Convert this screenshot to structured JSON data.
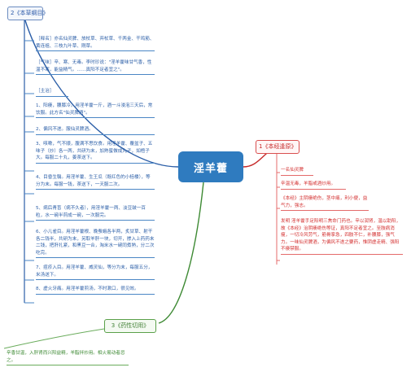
{
  "center": "淫羊藿",
  "branches": {
    "bencao": {
      "title": "2《本草纲目》",
      "items": [
        "［释名］亦名仙灵脾、放杖草、弃杖草、千两金、干鸡筋、黄连祖、三枝九叶草、刚草。",
        "［气味］辛、寒、无毒。李时珍说：\"淫羊藿味甘气香，性温不寒，能益精气。……真阳不足者宜之\"。",
        "［主治］",
        "1、阳痿，腰膝冷。用淫羊藿一斤，酒一斗浸泡三天后，常饮服。此方名\"仙灵脾酒\"。",
        "2、偏风不遂。服仙灵脾酒。",
        "3、咳嗽，气不顺，腹满不思饮食。用淫羊藿、覆盆子、五味子（炒）各一两，共研为末，加熟蜜做成丸子，如梧子大。每服二十丸，姜茶送下。",
        "4、目昏生翳。用淫羊藿、生王瓜（既红色的小栝楼），等分为末。每服一钱，茶送下，一天服二次。",
        "5、病后青盲（病不久者），用淫羊藿一两、淡豆豉一百粒，水一碗半煎成一碗，一次服完。",
        "6、小儿雀目。用淫羊藿根、晚蚕蛾各半两，炙甘草、射干各二钱半，共研为末，另取羊肝一块，切开，掺入上药药末二钱，把肝扎紧，和黑豆一合，淘米水一碗同煮熟，分二次吃完。",
        "7、痘疹入目。用淫羊藿、威灵仙，等分为末，每服五分，米汤送下。",
        "8、虚火牙痛。用淫羊藿煎汤，不时漱口，很见效。"
      ]
    },
    "shennong": {
      "title": "1《本经逢原》",
      "items": [
        "一名仙灵脾",
        "辛温无毒，羊脂或酒炒用。",
        "《本经》主阴痿绝伤，茎中痛，利小便，益气力，强志。",
        "发明 淫羊藿手足阳明三焦命门药也。辛以润肾，温以助阳，故《本经》治阴痿绝伤等证，真阳不足者宜之。至肢病消瘦，一切冷风劳气，筋骨挛急，四肢不仁，补腰膝，强气力。一味仙灵脾酒，为偏风不遂之要药，惟阴虚走精、强阳不痿禁服。"
      ]
    },
    "yaoxing": {
      "title": "3《药性切用》",
      "items": [
        "辛香甘温，入肝肾而兴阳益精，羊脂拌炒用。相火易动者忌之。"
      ]
    }
  },
  "colors": {
    "center": "#2f7bbf",
    "bencao": "#2b5ea7",
    "shennong": "#d32f2f",
    "yaoxing": "#3e8a34"
  }
}
